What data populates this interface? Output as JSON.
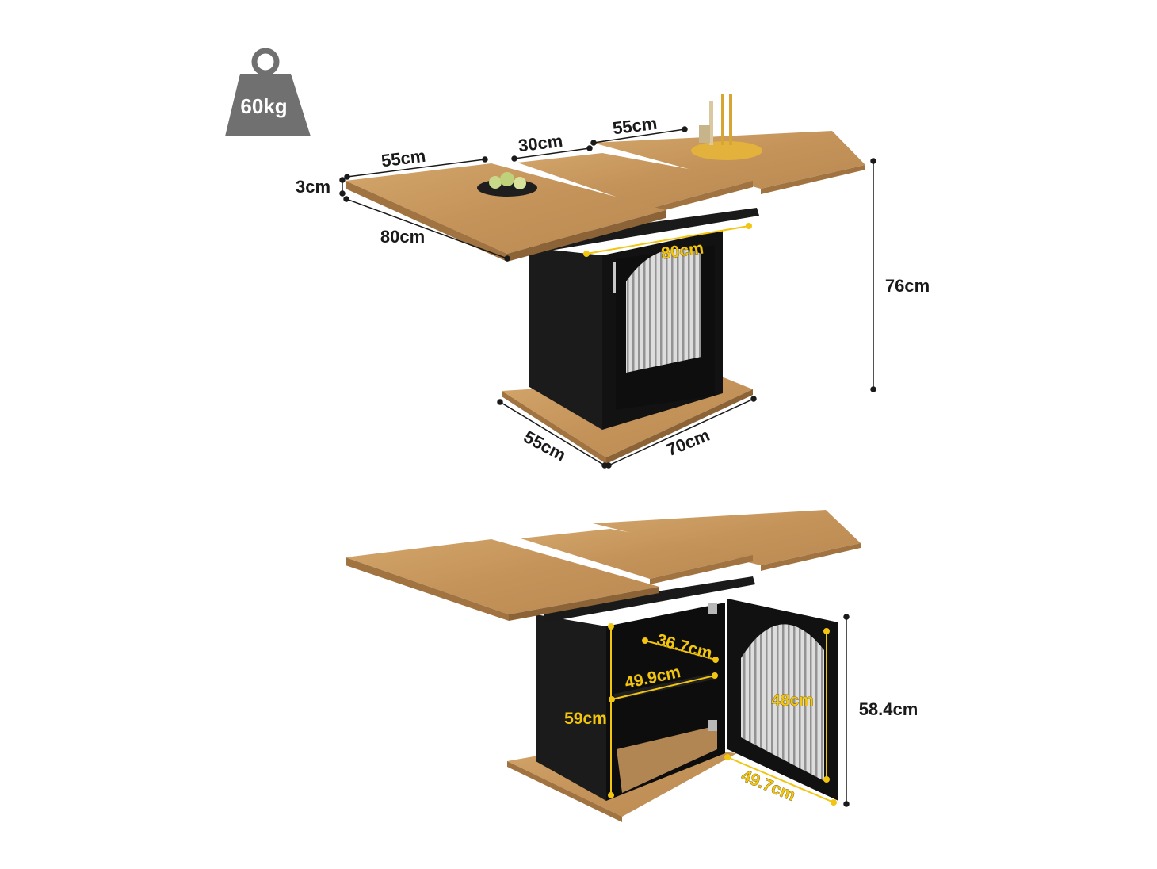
{
  "weight": {
    "label": "60kg"
  },
  "top_view": {
    "leaf_left_width": "55cm",
    "leaf_middle_width": "30cm",
    "leaf_right_width": "55cm",
    "thickness": "3cm",
    "leaf_depth": "80cm",
    "cabinet_width": "80cm",
    "total_height": "76cm",
    "base_depth": "55cm",
    "base_width": "70cm"
  },
  "bottom_view": {
    "shelf_depth": "36.7cm",
    "shelf_width": "49.9cm",
    "inner_height": "59cm",
    "door_height": "48cm",
    "door_width": "49.7cm",
    "cabinet_height": "58.4cm"
  },
  "colors": {
    "wood": "#c99a5e",
    "wood_dark": "#a87a45",
    "cabinet": "#141414",
    "accent": "#f2c511",
    "weight_icon": "#707070"
  }
}
